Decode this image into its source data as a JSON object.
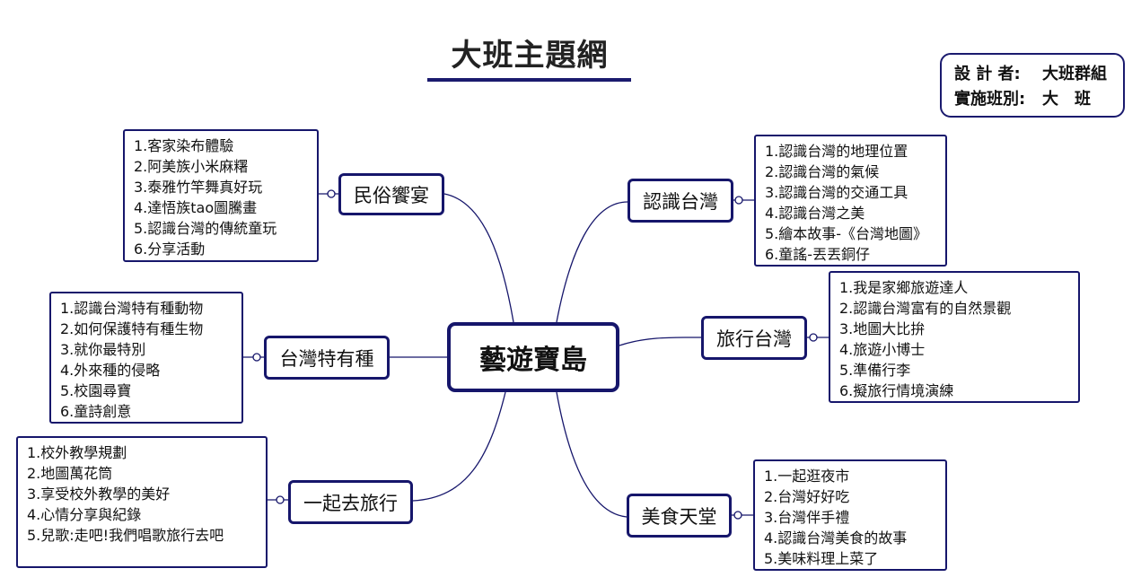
{
  "title": "大班主題網",
  "design_info": [
    {
      "label": "設 計 者:",
      "value": "大班群組"
    },
    {
      "label": "實施班別:",
      "value": "大　班"
    }
  ],
  "center": {
    "label": "藝遊寶島"
  },
  "branches": [
    {
      "id": "folk-feast",
      "label": "民俗饗宴",
      "items": [
        "1.客家染布體驗",
        "2.阿美族小米麻糬",
        "3.泰雅竹竿舞真好玩",
        "4.達悟族tao圖騰畫",
        "5.認識台灣的傳統童玩",
        "6.分享活動"
      ]
    },
    {
      "id": "taiwan-endemic",
      "label": "台灣特有種",
      "items": [
        "1.認識台灣特有種動物",
        "2.如何保護特有種生物",
        "3.就你最特別",
        "4.外來種的侵略",
        "5.校園尋寶",
        "6.童詩創意"
      ]
    },
    {
      "id": "travel-together",
      "label": "一起去旅行",
      "items": [
        "1.校外教學規劃",
        "2.地圖萬花筒",
        "3.享受校外教學的美好",
        "4.心情分享與紀錄",
        "5.兒歌:走吧!我們唱歌旅行去吧"
      ]
    },
    {
      "id": "know-taiwan",
      "label": "認識台灣",
      "items": [
        "1.認識台灣的地理位置",
        "2.認識台灣的氣候",
        "3.認識台灣的交通工具",
        "4.認識台灣之美",
        "5.繪本故事-《台灣地圖》",
        "6.童謠-丟丟銅仔"
      ]
    },
    {
      "id": "travel-taiwan",
      "label": "旅行台灣",
      "items": [
        "1.我是家鄉旅遊達人",
        "2.認識台灣富有的自然景觀",
        "3.地圖大比拚",
        "4.旅遊小博士",
        "5.準備行李",
        "6.擬旅行情境演練"
      ]
    },
    {
      "id": "food-paradise",
      "label": "美食天堂",
      "items": [
        "1.一起逛夜市",
        "2.台灣好好吃",
        "3.台灣伴手禮",
        "4.認識台灣美食的故事",
        "5.美味料理上菜了"
      ]
    }
  ]
}
